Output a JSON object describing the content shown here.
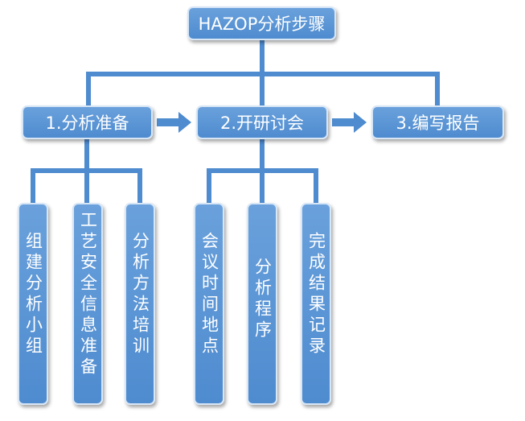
{
  "title": "HAZOP分析步骤",
  "steps": [
    {
      "label": "1.分析准备"
    },
    {
      "label": "2.开研讨会"
    },
    {
      "label": "3.编写报告"
    }
  ],
  "substeps": [
    {
      "label": "组建分析小组"
    },
    {
      "label": "工艺安全信息准备"
    },
    {
      "label": "分析方法培训"
    },
    {
      "label": "会议时间地点"
    },
    {
      "label": "分析程序"
    },
    {
      "label": "完成结果记录"
    }
  ],
  "colors": {
    "box_fill": "#5b95d4",
    "box_border": "#d7e6f6",
    "connector": "#4e8bcf",
    "text": "#ffffff"
  }
}
